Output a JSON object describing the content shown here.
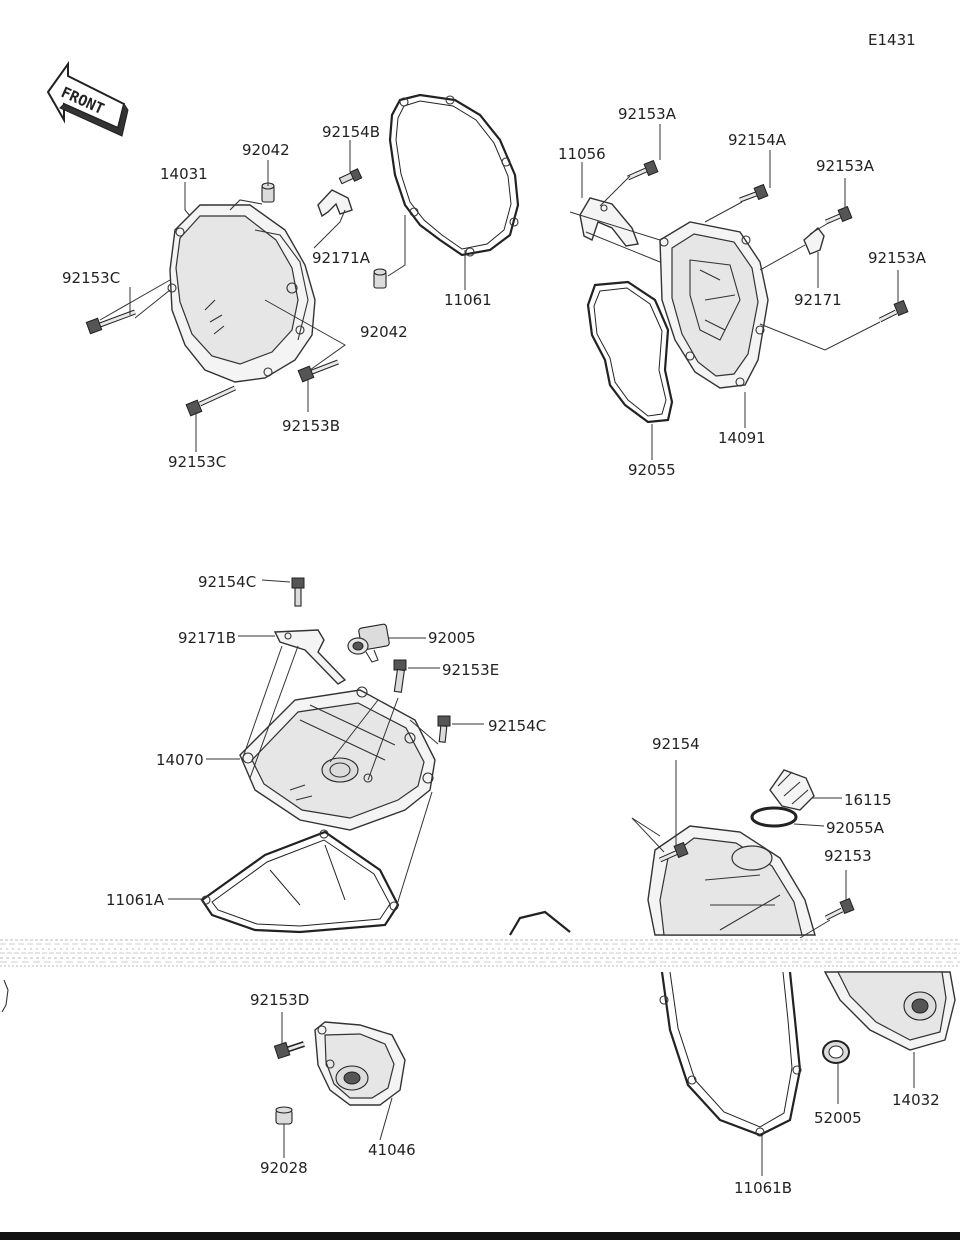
{
  "diagram": {
    "code": "E1431",
    "direction_marker": "FRONT",
    "parts": {
      "p14031": "14031",
      "p92042_a": "92042",
      "p92042_b": "92042",
      "p92154B": "92154B",
      "p92171A": "92171A",
      "p11061": "11061",
      "p92153C_a": "92153C",
      "p92153C_b": "92153C",
      "p92153B": "92153B",
      "p11056": "11056",
      "p92153A_a": "92153A",
      "p92154A": "92154A",
      "p92153A_b": "92153A",
      "p92153A_c": "92153A",
      "p92171": "92171",
      "p14091": "14091",
      "p92055": "92055",
      "p92154C_a": "92154C",
      "p92171B": "92171B",
      "p92005": "92005",
      "p92153E": "92153E",
      "p92154C_b": "92154C",
      "p14070": "14070",
      "p11061A": "11061A",
      "p92154": "92154",
      "p16115": "16115",
      "p92055A": "92055A",
      "p92153": "92153",
      "p92153D": "92153D",
      "p92028": "92028",
      "p41046": "41046",
      "p52005": "52005",
      "p14032": "14032",
      "p11061B": "11061B"
    }
  }
}
